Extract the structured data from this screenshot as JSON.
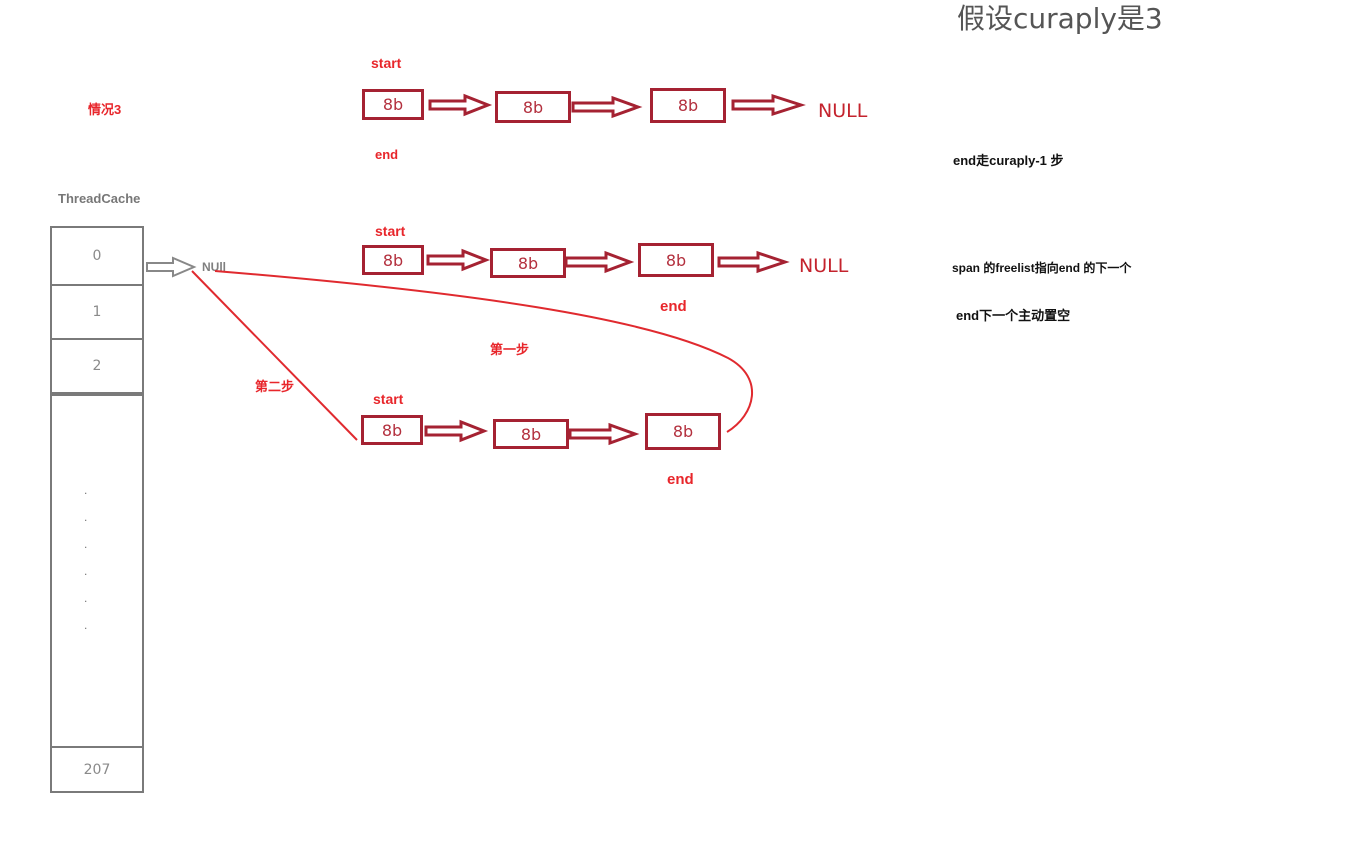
{
  "title": "假设curaply是3",
  "case_label": "情况3",
  "threadcache": {
    "label": "ThreadCache",
    "indices": [
      "0",
      "1",
      "2",
      "207"
    ],
    "null_label": "NUll",
    "ellipsis": [
      ".",
      ".",
      ".",
      ".",
      ".",
      "."
    ]
  },
  "rows": [
    {
      "start_label": "start",
      "end_label": "end",
      "nodes": [
        "8b",
        "8b",
        "8b"
      ],
      "null_label": "NULL"
    },
    {
      "start_label": "start",
      "end_label": "end",
      "nodes": [
        "8b",
        "8b",
        "8b"
      ],
      "null_label": "NULL"
    },
    {
      "start_label": "start",
      "end_label": "end",
      "nodes": [
        "8b",
        "8b",
        "8b"
      ]
    }
  ],
  "step_labels": {
    "first": "第一步",
    "second": "第二步"
  },
  "notes": [
    "end走curaply-1 步",
    "span 的freelist指向end 的下一个",
    "end下一个主动置空"
  ],
  "colors": {
    "red_text": "#e8262b",
    "node_border": "#a52232",
    "arrow": "#a52232",
    "curve": "#e02a2f",
    "cell_border": "#7a7a7a"
  }
}
